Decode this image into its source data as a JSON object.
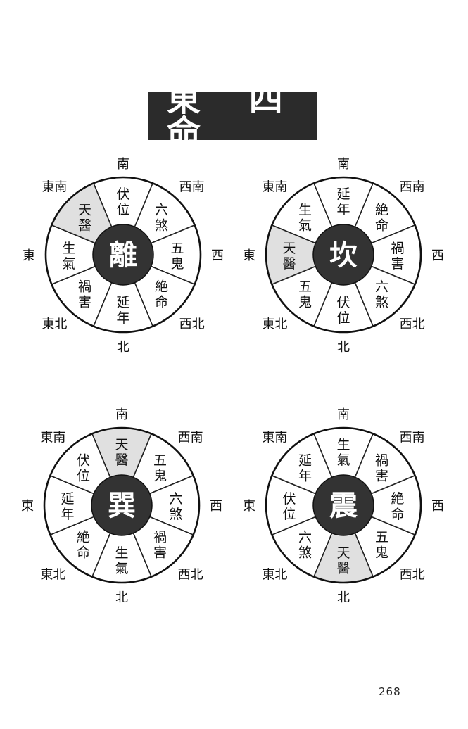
{
  "title": "東 四 命",
  "page_number": "268",
  "highlight_color": "#e0e0e0",
  "hub_color": "#333333",
  "wheels": [
    {
      "hub": "離",
      "directions": [
        "南",
        "西南",
        "西",
        "西北",
        "北",
        "東北",
        "東",
        "東南"
      ],
      "sectors": [
        [
          "伏",
          "位"
        ],
        [
          "六",
          "煞"
        ],
        [
          "五",
          "鬼"
        ],
        [
          "絶",
          "命"
        ],
        [
          "延",
          "年"
        ],
        [
          "禍",
          "害"
        ],
        [
          "生",
          "氣"
        ],
        [
          "天",
          "醫"
        ]
      ],
      "highlight": 7
    },
    {
      "hub": "坎",
      "directions": [
        "南",
        "西南",
        "西",
        "西北",
        "北",
        "東北",
        "東",
        "東南"
      ],
      "sectors": [
        [
          "延",
          "年"
        ],
        [
          "絶",
          "命"
        ],
        [
          "禍",
          "害"
        ],
        [
          "六",
          "煞"
        ],
        [
          "伏",
          "位"
        ],
        [
          "五",
          "鬼"
        ],
        [
          "天",
          "醫"
        ],
        [
          "生",
          "氣"
        ]
      ],
      "highlight": 6
    },
    {
      "hub": "巽",
      "directions": [
        "南",
        "西南",
        "西",
        "西北",
        "北",
        "東北",
        "東",
        "東南"
      ],
      "sectors": [
        [
          "天",
          "醫"
        ],
        [
          "五",
          "鬼"
        ],
        [
          "六",
          "煞"
        ],
        [
          "禍",
          "害"
        ],
        [
          "生",
          "氣"
        ],
        [
          "絶",
          "命"
        ],
        [
          "延",
          "年"
        ],
        [
          "伏",
          "位"
        ]
      ],
      "highlight": 0
    },
    {
      "hub": "震",
      "directions": [
        "南",
        "西南",
        "西",
        "西北",
        "北",
        "東北",
        "東",
        "東南"
      ],
      "sectors": [
        [
          "生",
          "氣"
        ],
        [
          "禍",
          "害"
        ],
        [
          "絶",
          "命"
        ],
        [
          "五",
          "鬼"
        ],
        [
          "天",
          "醫"
        ],
        [
          "六",
          "煞"
        ],
        [
          "伏",
          "位"
        ],
        [
          "延",
          "年"
        ]
      ],
      "highlight": 4
    }
  ]
}
